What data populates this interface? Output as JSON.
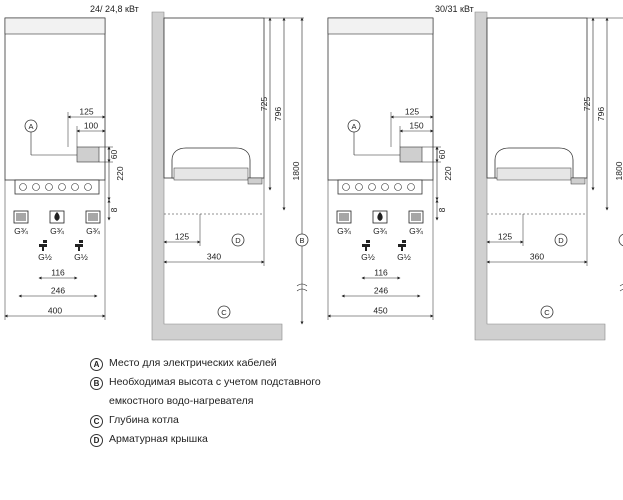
{
  "panels": [
    {
      "header": "24/ 24,8 кВт",
      "front": {
        "label_A": "A",
        "dim_125": "125",
        "dim_100": "100",
        "dim_60": "60",
        "dim_220": "220",
        "dim_8": "8",
        "conn": [
          "G¾",
          "G¾",
          "G¾"
        ],
        "taps": [
          "G½",
          "G½"
        ],
        "dim_116": "116",
        "dim_246": "246",
        "width": "400"
      },
      "side": {
        "dim_725": "725",
        "dim_796": "796",
        "dim_1800": "1800",
        "dim_125": "125",
        "depth": "340",
        "label_D": "D",
        "label_B": "B",
        "label_C": "C"
      }
    },
    {
      "header": "30/31 кВт",
      "front": {
        "label_A": "A",
        "dim_125": "125",
        "dim_100": "150",
        "dim_60": "60",
        "dim_220": "220",
        "dim_8": "8",
        "conn": [
          "G¾",
          "G¾",
          "G¾"
        ],
        "taps": [
          "G½",
          "G½"
        ],
        "dim_116": "116",
        "dim_246": "246",
        "width": "450"
      },
      "side": {
        "dim_725": "725",
        "dim_796": "796",
        "dim_1800": "1800",
        "dim_125": "125",
        "depth": "360",
        "label_D": "D",
        "label_B": "B",
        "label_C": "C"
      }
    }
  ],
  "legend": [
    {
      "key": "A",
      "text": "Место для электрических кабелей"
    },
    {
      "key": "B",
      "text": "Необходимая высота с учетом подставного емкостного водо-нагревателя"
    },
    {
      "key": "C",
      "text": "Глубина котла"
    },
    {
      "key": "D",
      "text": "Арматурная крышка"
    }
  ]
}
